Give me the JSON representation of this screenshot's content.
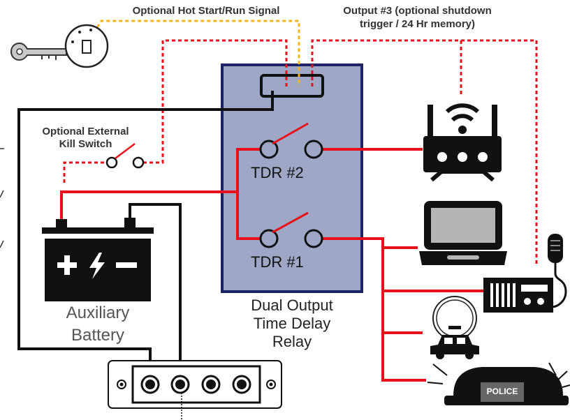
{
  "labels": {
    "hot_start": "Optional Hot Start/Run Signal",
    "output3_line1": "Output #3 (optional shutdown",
    "output3_line2": "trigger / 24 Hr memory)",
    "kill_switch_line1": "Optional External",
    "kill_switch_line2": "Kill Switch",
    "tdr2": "TDR #2",
    "tdr1": "TDR #1",
    "relay_line1": "Dual Output",
    "relay_line2": "Time Delay",
    "relay_line3": "Relay",
    "battery_line1": "Auxiliary",
    "battery_line2": "Battery",
    "police": "POLICE"
  },
  "colors": {
    "power_wire": "#e8101a",
    "ground_wire": "#111111",
    "signal_wire": "#f2b51c",
    "relay_fill": "#9ea8c6",
    "relay_border": "#1b2466",
    "device_fill": "#111111"
  },
  "icons": [
    "key-icon",
    "ignition-icon",
    "router-icon",
    "laptop-icon",
    "radio-icon",
    "microphone-icon",
    "police-car-icon",
    "light-bar-icon",
    "battery-icon",
    "bus-bar-icon"
  ]
}
